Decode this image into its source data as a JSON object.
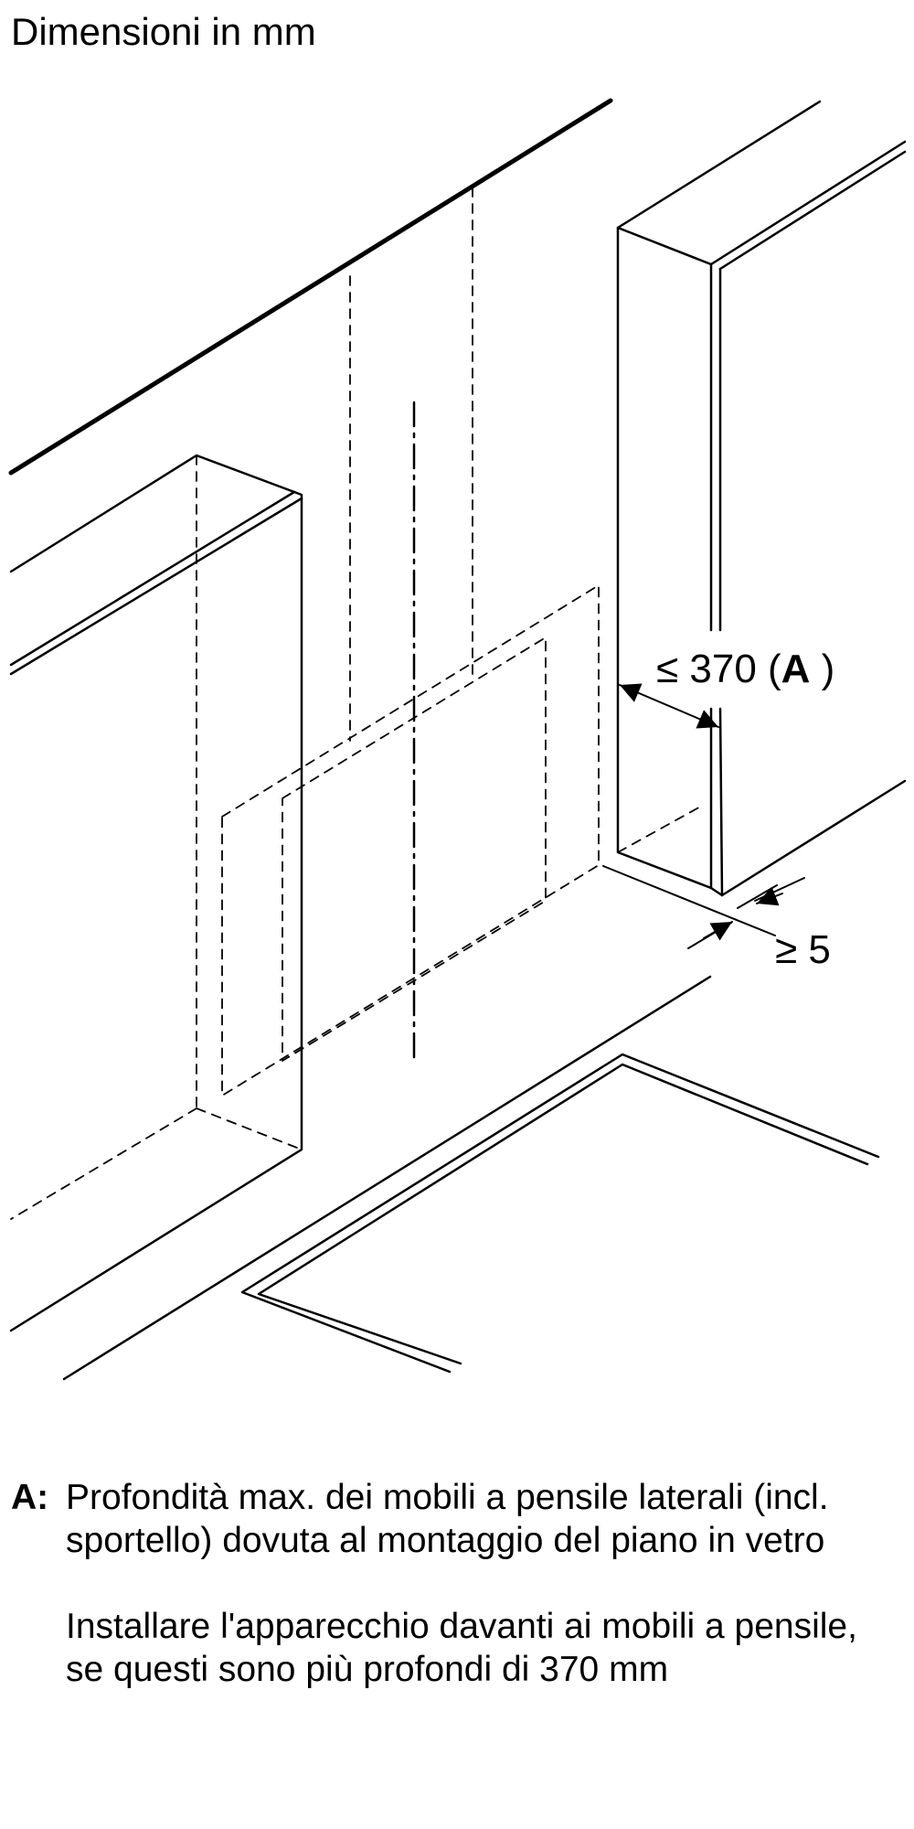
{
  "title": "Dimensioni in mm",
  "diagram": {
    "dimension_depth": {
      "prefix": "≤ 370 (",
      "ref": "A",
      "suffix": " )"
    },
    "dimension_gap": "≥ 5",
    "line_color": "#000000"
  },
  "legend": {
    "key": "A:",
    "line1": "Profondità max. dei mobili a pensile laterali (incl. sportello) dovuta al montaggio del piano in vetro",
    "line2": "Installare l'apparecchio davanti ai mobili a pensile, se questi sono più profondi di 370 mm"
  }
}
